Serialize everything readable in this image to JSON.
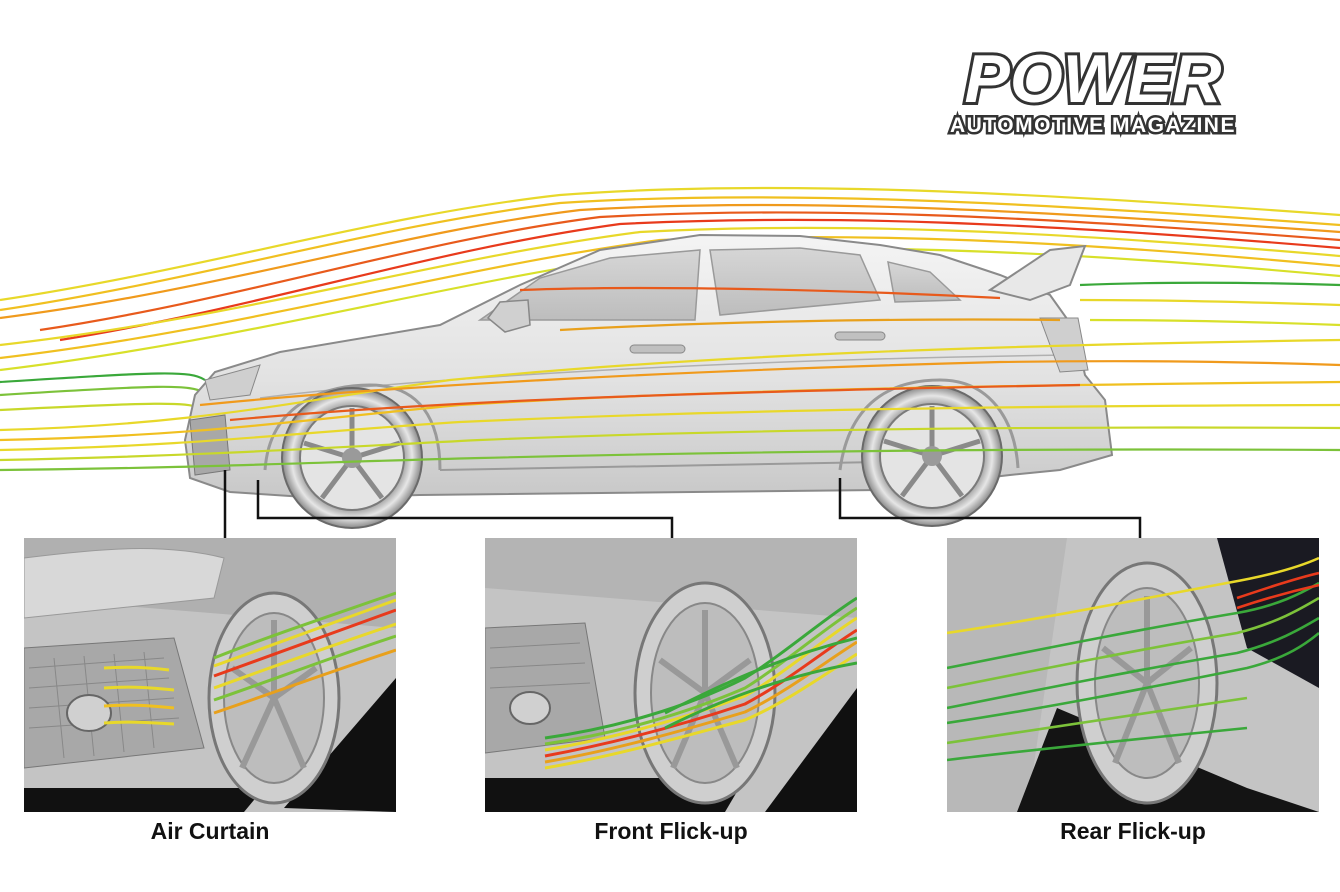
{
  "brand": {
    "title": "POWER",
    "subtitle": "AUTOMOTIVE MAGAZINE"
  },
  "panels": [
    {
      "id": "air-curtain",
      "label": "Air Curtain"
    },
    {
      "id": "front-flick-up",
      "label": "Front Flick-up"
    },
    {
      "id": "rear-flick-up",
      "label": "Rear Flick-up"
    }
  ],
  "colors": {
    "flow_high": "#e83a1c",
    "flow_mid": "#f09a1c",
    "flow_low": "#e8d82a",
    "flow_slow": "#3aa83a"
  }
}
